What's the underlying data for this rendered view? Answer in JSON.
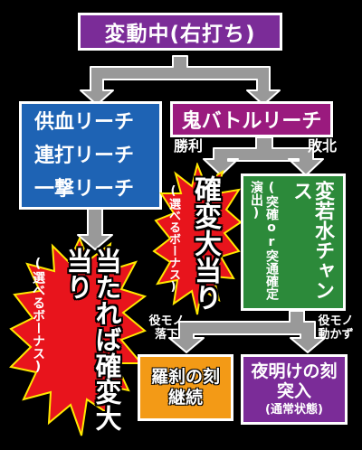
{
  "top": {
    "label": "変動中(右打ち)"
  },
  "left": {
    "items": [
      "供血リーチ",
      "連打リーチ",
      "一撃リーチ"
    ]
  },
  "right": {
    "label": "鬼バトルリーチ"
  },
  "branch": {
    "win": "勝利",
    "lose": "敗北"
  },
  "win_box": {
    "main": "確変大当り",
    "sub": "(選べるボーナス)"
  },
  "lose_box": {
    "main": "変若水チャンス",
    "sub": "(突確or突通確定演出)"
  },
  "jackpot": {
    "main": "当たれば確変大当り",
    "sub": "(選べるボーナス)"
  },
  "cond": {
    "fall": "役モノ落下",
    "nomove": "役モノ動かず"
  },
  "outcome_a": {
    "label": "羅刹の刻継続"
  },
  "outcome_b": {
    "label": "夜明けの刻突入",
    "sub": "(通常状態)"
  },
  "colors": {
    "purple": "#7b2c98",
    "blue": "#1e63b4",
    "magenta": "#9a1a7e",
    "green": "#2c8a3a",
    "orange": "#f39a16",
    "red": "#e8141c",
    "yellow": "#ffe800",
    "arrow": "#9a9a9a"
  }
}
